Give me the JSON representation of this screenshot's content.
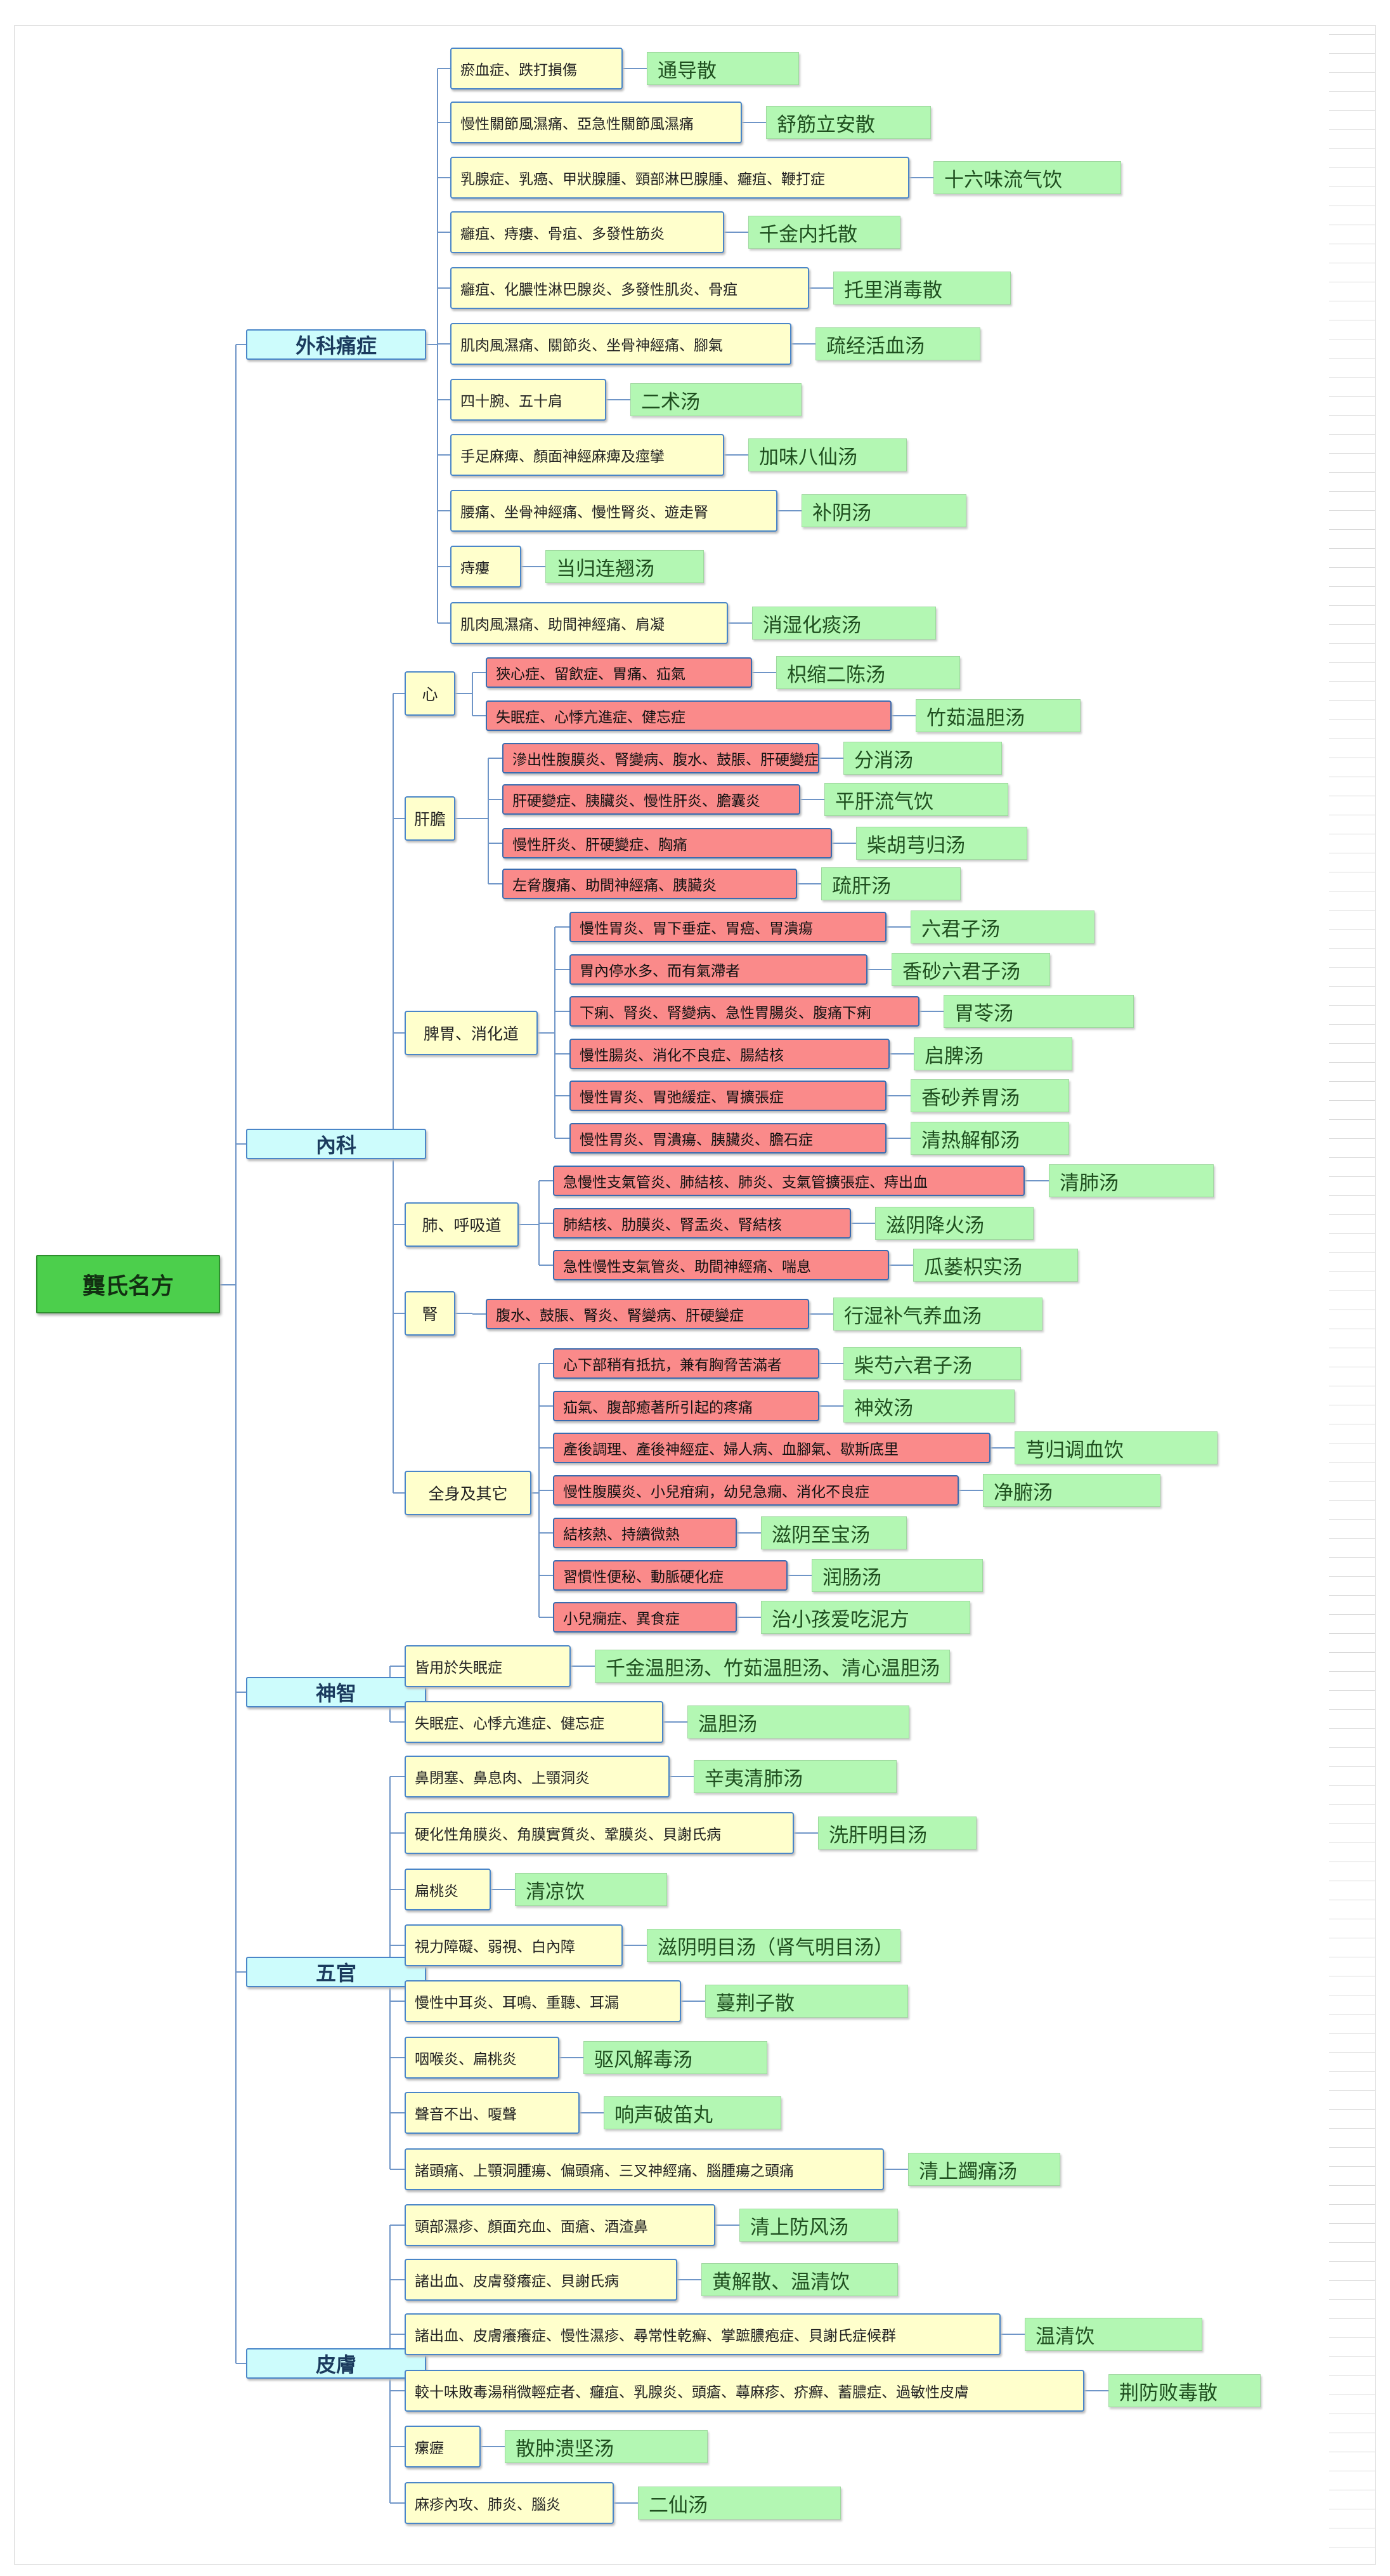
{
  "root": "龔氏名方",
  "categories": [
    {
      "label": "外科痛症",
      "items": [
        {
          "symptom": "瘀血症、跌打損傷",
          "formula": "通导散"
        },
        {
          "symptom": "慢性關節風濕痛、亞急性關節風濕痛",
          "formula": "舒筋立安散"
        },
        {
          "symptom": "乳腺症、乳癌、甲狀腺腫、頸部淋巴腺腫、癰疽、鞭打症",
          "formula": "十六味流气饮"
        },
        {
          "symptom": "癰疽、痔瘻、骨疽、多發性筋炎",
          "formula": "千金内托散"
        },
        {
          "symptom": "癰疽、化膿性淋巴腺炎、多發性肌炎、骨疽",
          "formula": "托里消毒散"
        },
        {
          "symptom": "肌肉風濕痛、關節炎、坐骨神經痛、腳氣",
          "formula": "疏经活血汤"
        },
        {
          "symptom": "四十腕、五十肩",
          "formula": "二术汤"
        },
        {
          "symptom": "手足麻痺、顏面神經麻痺及痙攣",
          "formula": "加味八仙汤"
        },
        {
          "symptom": "腰痛、坐骨神經痛、慢性腎炎、遊走腎",
          "formula": "补阴汤"
        },
        {
          "symptom": "痔瘻",
          "formula": "当归连翘汤"
        },
        {
          "symptom": "肌肉風濕痛、助間神經痛、肩凝",
          "formula": "消湿化痰汤"
        }
      ]
    },
    {
      "label": "內科",
      "groups": [
        {
          "label": "心",
          "items": [
            {
              "symptom": "狹心症、留飲症、胃痛、疝氣",
              "formula": "枳缩二陈汤"
            },
            {
              "symptom": "失眠症、心悸亢進症、健忘症",
              "formula": "竹茹温胆汤"
            }
          ]
        },
        {
          "label": "肝膽",
          "items": [
            {
              "symptom": "滲出性腹膜炎、腎變病、腹水、鼓脹、肝硬變症",
              "formula": "分消汤"
            },
            {
              "symptom": "肝硬變症、胰臟炎、慢性肝炎、膽囊炎",
              "formula": "平肝流气饮"
            },
            {
              "symptom": "慢性肝炎、肝硬變症、胸痛",
              "formula": "柴胡芎归汤"
            },
            {
              "symptom": "左脅腹痛、助間神經痛、胰臟炎",
              "formula": "疏肝汤"
            }
          ]
        },
        {
          "label": "脾胃、消化道",
          "items": [
            {
              "symptom": "慢性胃炎、胃下垂症、胃癌、胃潰瘍",
              "formula": "六君子汤"
            },
            {
              "symptom": "胃內停水多、而有氣滯者",
              "formula": "香砂六君子汤"
            },
            {
              "symptom": "下痢、腎炎、腎變病、急性胃腸炎、腹痛下痢",
              "formula": "胃苓汤"
            },
            {
              "symptom": "慢性腸炎、消化不良症、腸結核",
              "formula": "启脾汤"
            },
            {
              "symptom": "慢性胃炎、胃弛緩症、胃擴張症",
              "formula": "香砂养胃汤"
            },
            {
              "symptom": "慢性胃炎、胃潰瘍、胰臟炎、膽石症",
              "formula": "清热解郁汤"
            }
          ]
        },
        {
          "label": "肺、呼吸道",
          "items": [
            {
              "symptom": "急慢性支氣管炎、肺結核、肺炎、支氣管擴張症、痔出血",
              "formula": "清肺汤"
            },
            {
              "symptom": "肺結核、肋膜炎、腎盂炎、腎結核",
              "formula": "滋阴降火汤"
            },
            {
              "symptom": "急性慢性支氣管炎、助間神經痛、喘息",
              "formula": "瓜蒌枳实汤"
            }
          ]
        },
        {
          "label": "腎",
          "items": [
            {
              "symptom": "腹水、鼓脹、腎炎、腎變病、肝硬變症",
              "formula": "行湿补气养血汤"
            }
          ]
        },
        {
          "label": "全身及其它",
          "items": [
            {
              "symptom": "心下部稍有抵抗，兼有胸脅苦滿者",
              "formula": "柴芍六君子汤"
            },
            {
              "symptom": "疝氣、腹部癒著所引起的疼痛",
              "formula": "神效汤"
            },
            {
              "symptom": "產後調理、產後神經症、婦人病、血腳氣、歇斯底里",
              "formula": "芎归调血饮"
            },
            {
              "symptom": "慢性腹膜炎、小兒疳痢，幼兒急癇、消化不良症",
              "formula": "净腑汤"
            },
            {
              "symptom": "結核熱、持續微熱",
              "formula": "滋阴至宝汤"
            },
            {
              "symptom": "習慣性便秘、動脈硬化症",
              "formula": "润肠汤"
            },
            {
              "symptom": "小兒癇症、異食症",
              "formula": "治小孩爱吃泥方"
            }
          ]
        }
      ]
    },
    {
      "label": "神智",
      "items": [
        {
          "symptom": "皆用於失眠症",
          "formula": "千金温胆汤、竹茹温胆汤、清心温胆汤"
        },
        {
          "symptom": "失眠症、心悸亢進症、健忘症",
          "formula": "温胆汤"
        }
      ]
    },
    {
      "label": "五官",
      "items": [
        {
          "symptom": "鼻閉塞、鼻息肉、上顎洞炎",
          "formula": "辛夷清肺汤"
        },
        {
          "symptom": "硬化性角膜炎、角膜實質炎、鞏膜炎、貝謝氏病",
          "formula": "洗肝明目汤"
        },
        {
          "symptom": "扁桃炎",
          "formula": "清凉饮"
        },
        {
          "symptom": "視力障礙、弱視、白內障",
          "formula": "滋阴明目汤（肾气明目汤）"
        },
        {
          "symptom": "慢性中耳炎、耳鳴、重聽、耳漏",
          "formula": "蔓荆子散"
        },
        {
          "symptom": "咽喉炎、扁桃炎",
          "formula": "驱风解毒汤"
        },
        {
          "symptom": "聲音不出、嗄聲",
          "formula": "响声破笛丸"
        },
        {
          "symptom": "諸頭痛、上顎洞腫瘍、偏頭痛、三叉神經痛、腦腫瘍之頭痛",
          "formula": "清上蠲痛汤"
        }
      ]
    },
    {
      "label": "皮膚",
      "items": [
        {
          "symptom": "頭部濕疹、顏面充血、面瘡、酒渣鼻",
          "formula": "清上防风汤"
        },
        {
          "symptom": "諸出血、皮膚發癢症、貝謝氏病",
          "formula": "黄解散、温清饮"
        },
        {
          "symptom": "諸出血、皮膚癢癢症、慢性濕疹、尋常性乾癬、掌蹠膿疱症、貝謝氏症候群",
          "formula": "温清饮"
        },
        {
          "symptom": "較十味敗毒湯稍微輕症者、癰疽、乳腺炎、頭瘡、蕁麻疹、疥癬、蓄膿症、過敏性皮膚",
          "formula": "荆防败毒散"
        },
        {
          "symptom": "瘰癧",
          "formula": "散肿溃坚汤"
        },
        {
          "symptom": "麻疹內攻、肺炎、腦炎",
          "formula": "二仙汤"
        }
      ]
    }
  ],
  "colors": {
    "root": "#4ccf4c",
    "category": "#cdfcfc",
    "symptom": "#ffffcc",
    "internal_symptom": "#fa8a8a",
    "formula": "#b3f7b3",
    "connector": "#6f95c7"
  }
}
